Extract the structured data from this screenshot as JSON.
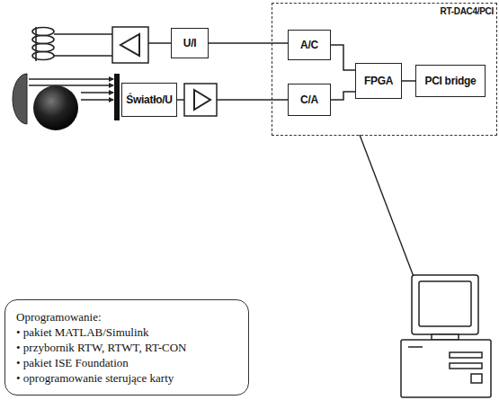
{
  "diagram": {
    "nodes": [
      {
        "text": [
          "RT-DAC4/PCI"
        ]
      },
      {
        "text": [
          "U/I"
        ]
      },
      {
        "text": [
          "A/C"
        ],
        "in": 0
      },
      {
        "text": [
          "Światło/U"
        ]
      },
      {
        "text": [
          "C/A"
        ],
        "in": 0
      },
      {
        "text": [
          "FPGA"
        ],
        "in": 0
      },
      {
        "text": [
          "PCI bridge"
        ],
        "in": 0
      },
      {
        "text": [
          "Oprogramowanie:",
          "• pakiet MATLAB/Simulink",
          "• przybornik RTW, RTWT, RT-CON",
          "• pakiet ISE Foundation",
          "• oprogramowanie sterujące karty"
        ]
      }
    ],
    "edges": [
      {
        "from": 1,
        "to": 2,
        "arrow": "none"
      },
      {
        "from": 2,
        "to": 5,
        "arrow": "none"
      },
      {
        "from": 4,
        "to": 5,
        "arrow": "none"
      },
      {
        "from": 5,
        "to": 6,
        "arrow": "none"
      }
    ]
  }
}
